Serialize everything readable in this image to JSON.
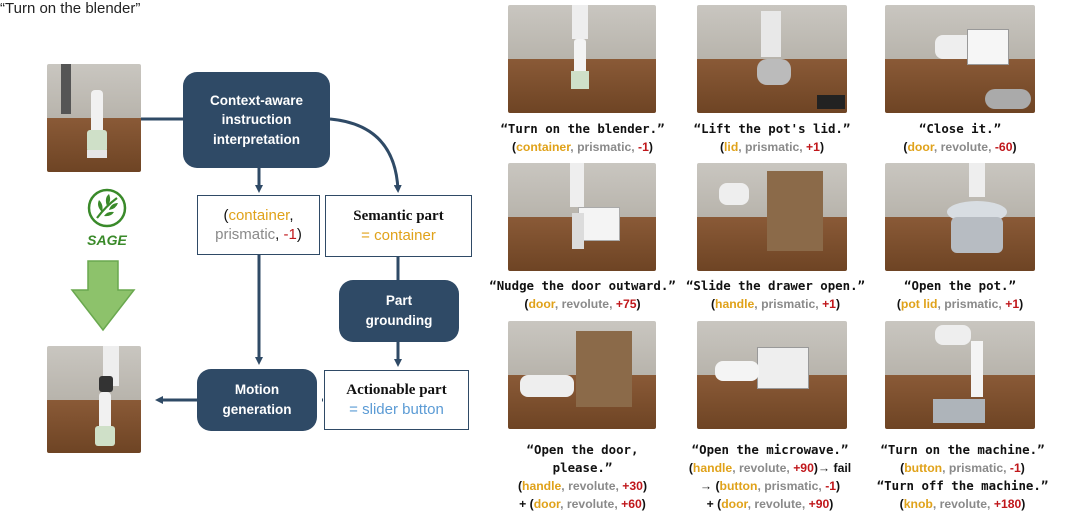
{
  "left_panel": {
    "instruction": "“Turn on the blender”",
    "sage_label": "SAGE",
    "interpretation_box": "Context-aware instruction interpretation",
    "tuple_box": {
      "open": "(",
      "category": "container",
      "sep1": ",",
      "type": "prismatic",
      "sep2": ",",
      "value": "-1",
      "close": ")"
    },
    "semantic_box": {
      "title": "Semantic part",
      "eq": "= ",
      "value": "container"
    },
    "grounding_box": "Part grounding",
    "motion_box": "Motion generation",
    "actionable_box": {
      "title": "Actionable part",
      "eq": "= ",
      "value": "slider button"
    },
    "colors": {
      "navy": "#2f4a66",
      "gold": "#e0a21a",
      "gray": "#8a8a8a",
      "red": "#c0171b",
      "blue": "#5b9bd5",
      "green": "#8dc26b"
    }
  },
  "examples": [
    {
      "caption": "“Turn on the blender.”",
      "tuples": [
        {
          "pre": "(",
          "part": "container",
          "type": "prismatic",
          "val": "-1",
          "post": ")"
        }
      ]
    },
    {
      "caption": "“Lift the pot's lid.”",
      "tuples": [
        {
          "pre": "(",
          "part": "lid",
          "type": "prismatic",
          "val": "+1",
          "post": ")"
        }
      ]
    },
    {
      "caption": "“Close it.”",
      "tuples": [
        {
          "pre": "(",
          "part": "door",
          "type": "revolute",
          "val": "-60",
          "post": ")"
        }
      ]
    },
    {
      "caption": "“Nudge the door outward.”",
      "tuples": [
        {
          "pre": "(",
          "part": "door",
          "type": "revolute",
          "val": "+75",
          "post": ")"
        }
      ]
    },
    {
      "caption": "“Slide the drawer open.”",
      "tuples": [
        {
          "pre": "(",
          "part": "handle",
          "type": "prismatic",
          "val": "+1",
          "post": ")"
        }
      ]
    },
    {
      "caption": "“Open the pot.”",
      "tuples": [
        {
          "pre": "(",
          "part": "pot lid",
          "type": "prismatic",
          "val": "+1",
          "post": ")"
        }
      ]
    },
    {
      "caption": "“Open the door,",
      "caption2": "please.”",
      "tuples": [
        {
          "pre": "(",
          "part": "handle",
          "type": "revolute",
          "val": "+30",
          "post": ")"
        },
        {
          "pre": "+ (",
          "part": "door",
          "type": "revolute",
          "val": "+60",
          "post": ")"
        }
      ]
    },
    {
      "caption": "“Open the microwave.”",
      "tuples": [
        {
          "pre": "(",
          "part": "handle",
          "type": "revolute",
          "val": "+90",
          "post": ")→ fail"
        },
        {
          "pre": "→ (",
          "part": "button",
          "type": "prismatic",
          "val": "-1",
          "post": ")"
        },
        {
          "pre": "+ (",
          "part": "door",
          "type": "revolute",
          "val": "+90",
          "post": ")"
        }
      ]
    },
    {
      "caption": "“Turn on the machine.”",
      "tuples": [
        {
          "pre": "(",
          "part": "button",
          "type": "prismatic",
          "val": "-1",
          "post": ")"
        }
      ],
      "caption2": "“Turn off the machine.”",
      "tuples2": [
        {
          "pre": "(",
          "part": "knob",
          "type": "revolute",
          "val": "+180",
          "post": ")"
        }
      ]
    }
  ]
}
